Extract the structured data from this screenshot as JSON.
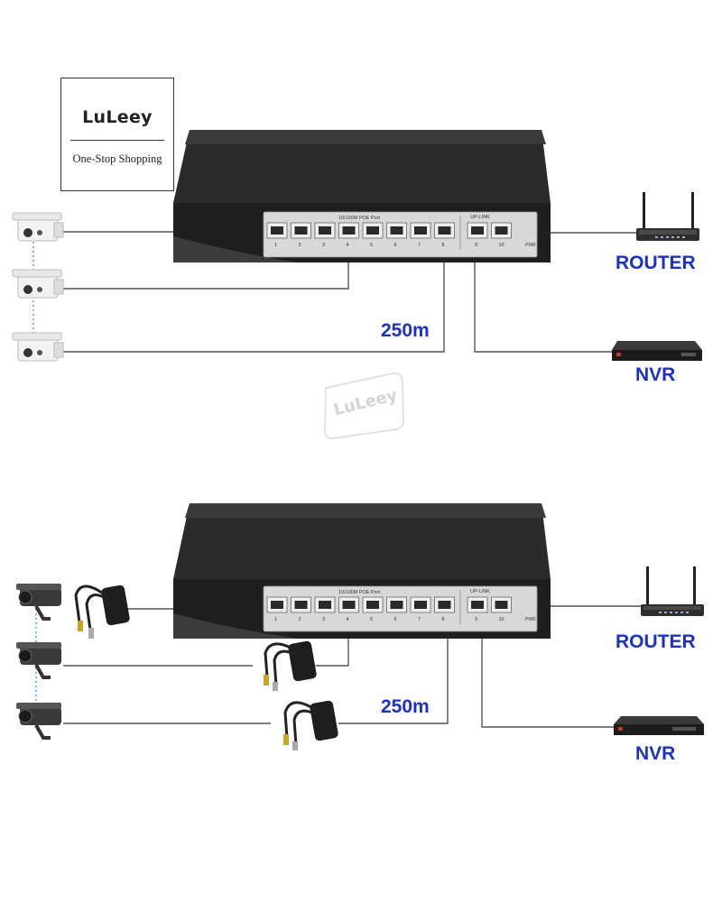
{
  "brand": {
    "name": "LuLeey",
    "tagline": "One-Stop Shopping",
    "watermark": "LuLeey"
  },
  "diagrams": [
    {
      "id": "top",
      "switch": {
        "port_label": "10/100M POE Port",
        "uplink_label": "UP-LINK",
        "port_numbers": [
          "1",
          "2",
          "3",
          "4",
          "5",
          "6",
          "7",
          "8"
        ],
        "uplink_numbers": [
          "9",
          "10"
        ],
        "power_label": "PWR"
      },
      "camera_type": "bullet camera (white)",
      "distance": "250m",
      "router_label": "ROUTER",
      "nvr_label": "NVR"
    },
    {
      "id": "bottom",
      "switch": {
        "port_label": "10/100M POE Port",
        "uplink_label": "UP-LINK",
        "port_numbers": [
          "1",
          "2",
          "3",
          "4",
          "5",
          "6",
          "7",
          "8"
        ],
        "uplink_numbers": [
          "9",
          "10"
        ],
        "power_label": "PWR"
      },
      "camera_type": "bullet camera (black) with PoE splitter",
      "distance": "250m",
      "router_label": "ROUTER",
      "nvr_label": "NVR"
    }
  ],
  "colors": {
    "label_blue": "#1a2fcf",
    "switch_body": "#2a2a2a",
    "line": "#555555"
  }
}
